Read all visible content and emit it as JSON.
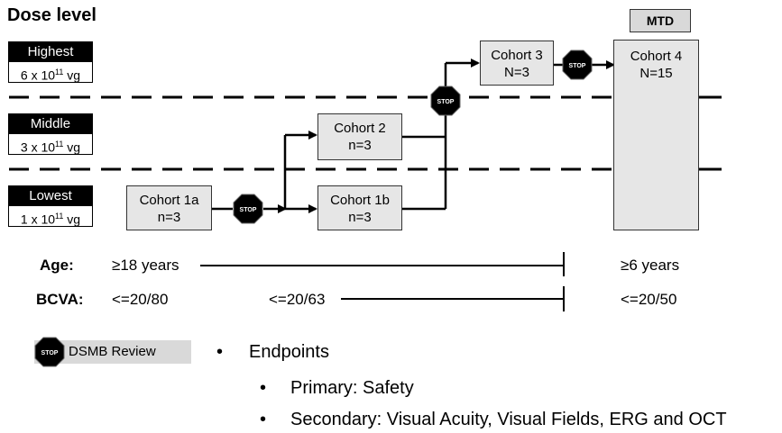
{
  "title": "Dose level",
  "levels": [
    {
      "name": "Highest",
      "value_base": "6 x 10",
      "value_exp": "11",
      "value_unit": " vg"
    },
    {
      "name": "Middle",
      "value_base": "3 x 10",
      "value_exp": "11",
      "value_unit": " vg"
    },
    {
      "name": "Lowest",
      "value_base": "1 x 10",
      "value_exp": "11",
      "value_unit": " vg"
    }
  ],
  "cohorts": {
    "c1a": {
      "name": "Cohort 1a",
      "n": "n=3"
    },
    "c1b": {
      "name": "Cohort 1b",
      "n": "n=3"
    },
    "c2": {
      "name": "Cohort 2",
      "n": "n=3"
    },
    "c3": {
      "name": "Cohort 3",
      "n": "N=3"
    },
    "c4": {
      "name": "Cohort 4",
      "n": "N=15"
    }
  },
  "mtd": "MTD",
  "stop_text": "STOP",
  "criteria": {
    "age_label": "Age:",
    "age_left": "≥18 years",
    "age_right": "≥6 years",
    "bcva_label": "BCVA:",
    "bcva_left": "<=20/80",
    "bcva_mid": "<=20/63",
    "bcva_right": "<=20/50"
  },
  "legend": {
    "label": "DSMB Review"
  },
  "endpoints": {
    "heading": "Endpoints",
    "primary": "Primary: Safety",
    "secondary": "Secondary: Visual Acuity, Visual Fields, ERG and OCT"
  }
}
